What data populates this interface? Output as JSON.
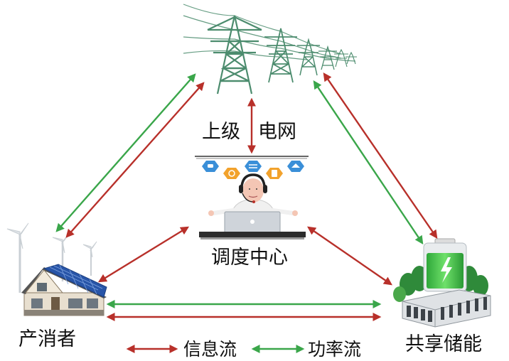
{
  "labels": {
    "grid_part1": "上级",
    "grid_part2": "电网",
    "dispatch_center": "调度中心",
    "prosumer": "产消者",
    "shared_storage": "共享储能"
  },
  "legend": {
    "info_flow": "信息流",
    "power_flow": "功率流"
  },
  "colors": {
    "info_flow": "#b8302a",
    "power_flow": "#3aa64a",
    "tower": "#4c8c6e",
    "panel": "#2855a8",
    "battery": "#3fbf4a"
  }
}
